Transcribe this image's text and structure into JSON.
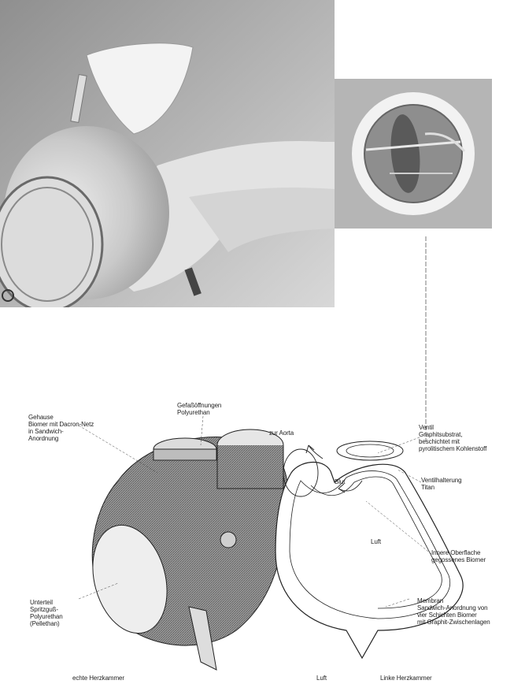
{
  "labels": {
    "gehaeuse": "Gehause\nBiomer mit Dacron-Netz\nin Sandwich-\nAnordnung",
    "gefaess": "Gefaßöffnungen\nPolyurethan",
    "aorta": "zur Aorta",
    "ventil": "Ventil\nGraphitsubstrat,\nbeschichtet mit\npyrolitischem Kohlenstoff",
    "blut": "Blut",
    "ventilhalterung": "Ventilhalterung\nTitan",
    "luft_center": "Luft",
    "innere": "Innere Oberflache\ngegossenes Biomer",
    "unterteil": "Unterteil\nSpritzguß-\nPolyurethan\n(Pellethan)",
    "membran": "Membran\nSandwich-Anordnung von\nvier Schichten Biomer\nmit Graphit-Zwischenlagen",
    "rechte": "echte Herzkammer",
    "luft_bottom": "Luft",
    "linke": "Linke Herzkammer"
  },
  "colors": {
    "ink": "#222222",
    "photo_bg": "#b9b9b9",
    "photo_light": "#eeeeee",
    "housing": "#8a8a8a"
  }
}
